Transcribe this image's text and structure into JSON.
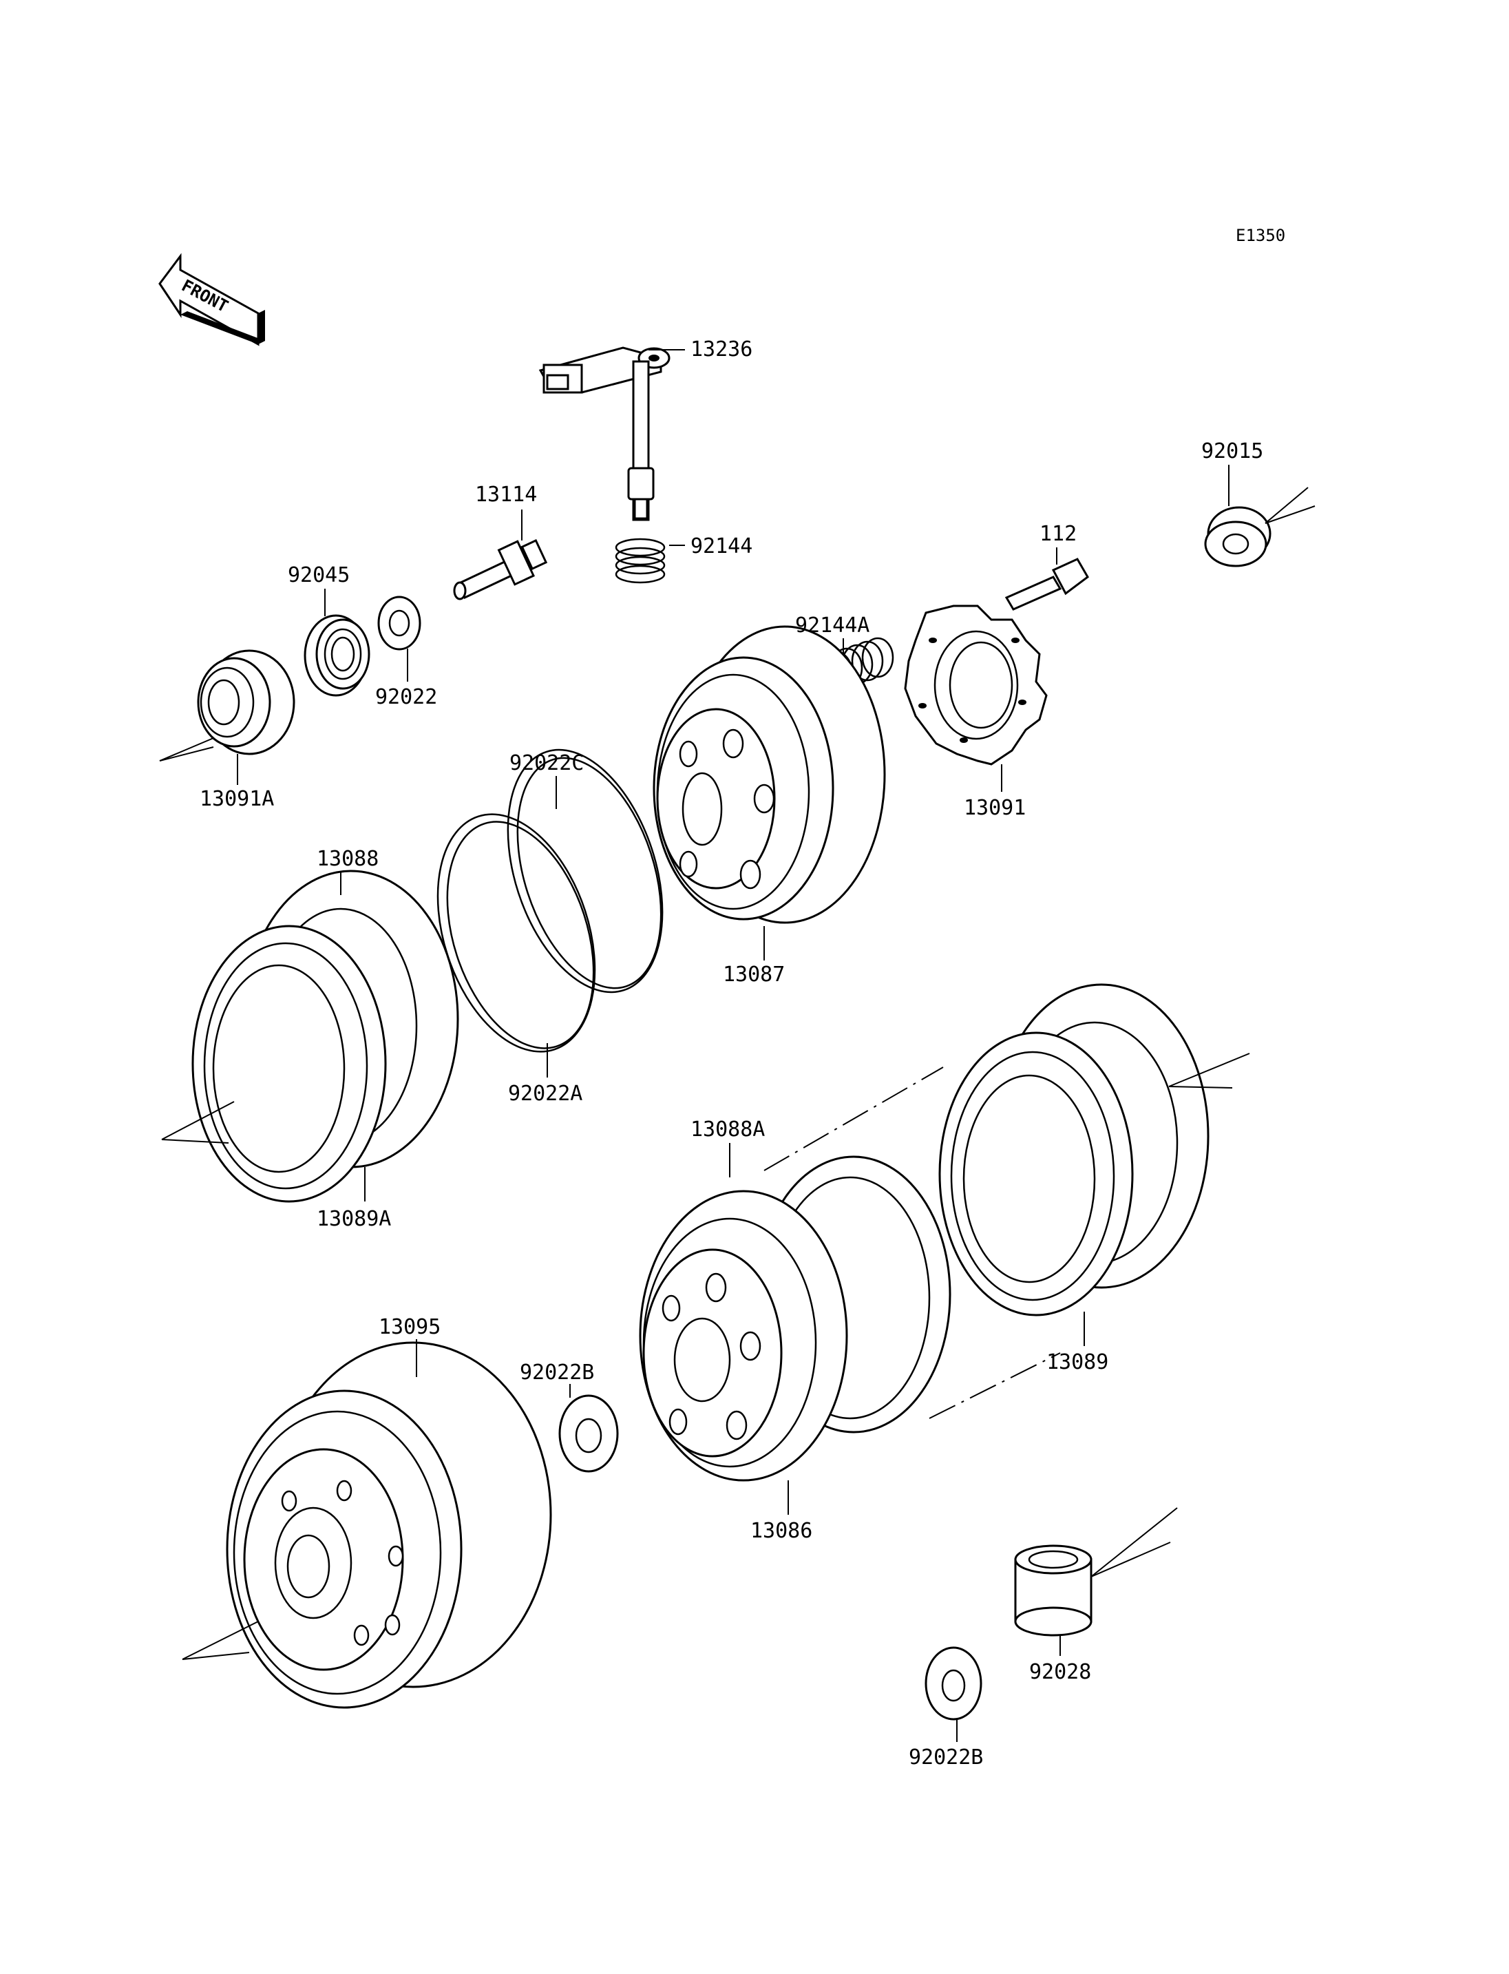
{
  "diagram_code": "E1350",
  "front_marker": "FRONT",
  "parts": {
    "p13236": "13236",
    "p92015": "92015",
    "p13114": "13114",
    "p92144": "92144",
    "p112": "112",
    "p92045": "92045",
    "p92144A": "92144A",
    "p92022": "92022",
    "p13091A": "13091A",
    "p92022C": "92022C",
    "p13091": "13091",
    "p13088": "13088",
    "p13087": "13087",
    "p92022A": "92022A",
    "p13088A": "13088A",
    "p13089A": "13089A",
    "p13095": "13095",
    "p92022B_1": "92022B",
    "p13089": "13089",
    "p13086": "13086",
    "p92028": "92028",
    "p92022B_2": "92022B"
  },
  "colors": {
    "ink": "#000000",
    "paper": "#ffffff"
  }
}
